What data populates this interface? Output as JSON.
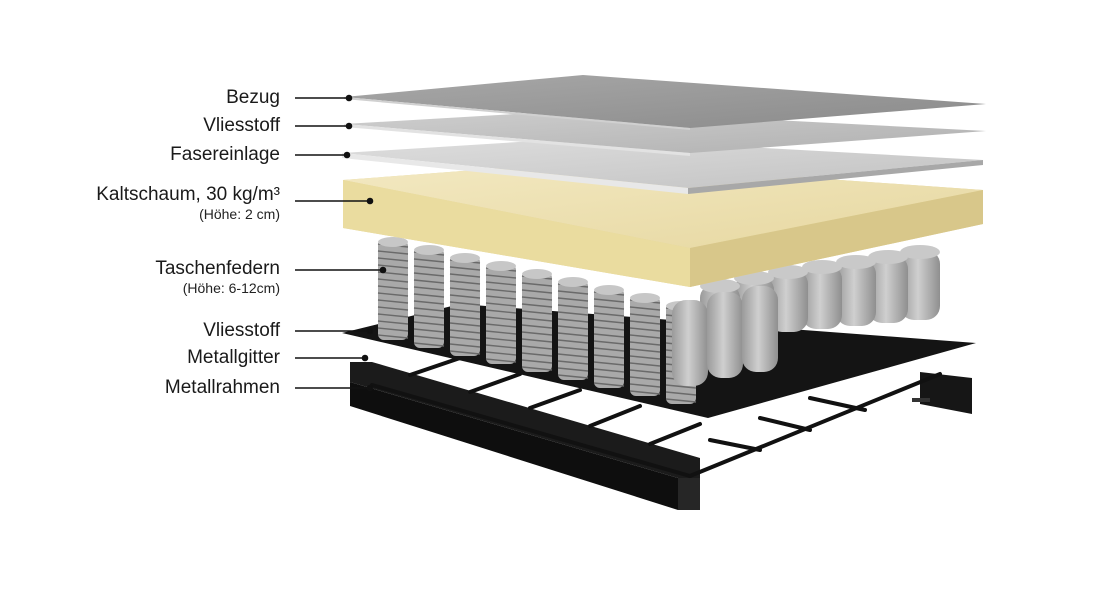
{
  "diagram": {
    "layers": [
      {
        "id": "bezug",
        "label": "Bezug",
        "sub": ""
      },
      {
        "id": "vliesstoff-top",
        "label": "Vliesstoff",
        "sub": ""
      },
      {
        "id": "fasereinlage",
        "label": "Fasereinlage",
        "sub": ""
      },
      {
        "id": "kaltschaum",
        "label": "Kaltschaum, 30 kg/m³",
        "sub": "(Höhe: 2 cm)"
      },
      {
        "id": "taschenfedern",
        "label": "Taschenfedern",
        "sub": "(Höhe: 6-12cm)"
      },
      {
        "id": "vliesstoff-bottom",
        "label": "Vliesstoff",
        "sub": ""
      },
      {
        "id": "metallgitter",
        "label": "Metallgitter",
        "sub": ""
      },
      {
        "id": "metallrahmen",
        "label": "Metallrahmen",
        "sub": ""
      }
    ],
    "colors": {
      "cover": "#9c9c9c",
      "fleece": "#c4c4c4",
      "fiber": "#d6d6d6",
      "foam": "#ede1b0",
      "foam_side": "#d9c98e",
      "spring": "#b8b8b8",
      "black": "#141414"
    }
  }
}
